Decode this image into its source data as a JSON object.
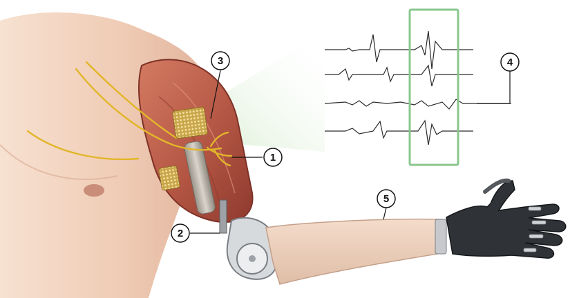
{
  "callouts": [
    {
      "id": "1",
      "label": "1"
    },
    {
      "id": "2",
      "label": "2"
    },
    {
      "id": "3",
      "label": "3"
    },
    {
      "id": "4",
      "label": "4"
    },
    {
      "id": "5",
      "label": "5"
    }
  ],
  "colors": {
    "skin_light": "#f0d2bd",
    "skin_shadow": "#d8a991",
    "muscle_dark": "#a64a3c",
    "muscle_light": "#d97b63",
    "nerve": "#e2b62a",
    "electrode": "#d7b556",
    "prosthetic_sleeve": "#e8c9b3",
    "hand_dark": "#2f3236",
    "joint_metal": "#c9ccd0",
    "highlight_box": "#88c78c",
    "signal_line": "#2b2b2b",
    "beam": "#cfe9c6"
  },
  "icons": {
    "shoulder": "amputated-shoulder-illustration",
    "implant": "osseointegrated-implant",
    "electrode_grid": "electrode-array",
    "hand": "prosthetic-hand"
  }
}
